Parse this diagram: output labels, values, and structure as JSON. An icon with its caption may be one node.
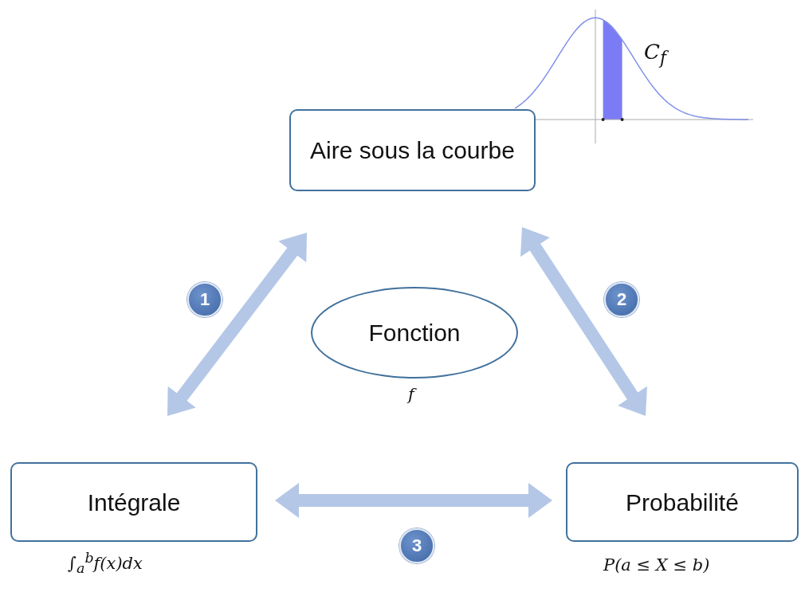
{
  "diagram": {
    "nodes": [
      {
        "text": [
          "Aire sous la courbe"
        ]
      },
      {
        "text": [
          "Fonction"
        ],
        "beside": [
          "f"
        ]
      },
      {
        "text": [
          "Intégrale"
        ],
        "beside": [
          "∫$_{a}$$^{b}$f(x)dx"
        ]
      },
      {
        "text": [
          "Probabilité"
        ],
        "beside": [
          "P(a ≤ X ≤ b)"
        ]
      }
    ],
    "edges": [
      {
        "from": 0,
        "to": 2,
        "arrow": "both",
        "label": "1",
        "style": "thick"
      },
      {
        "from": 0,
        "to": 3,
        "arrow": "both",
        "label": "2",
        "style": "thick"
      },
      {
        "from": 2,
        "to": 3,
        "arrow": "both",
        "label": "3",
        "style": "thick"
      }
    ],
    "labels": [
      "C$_{f}$"
    ]
  }
}
